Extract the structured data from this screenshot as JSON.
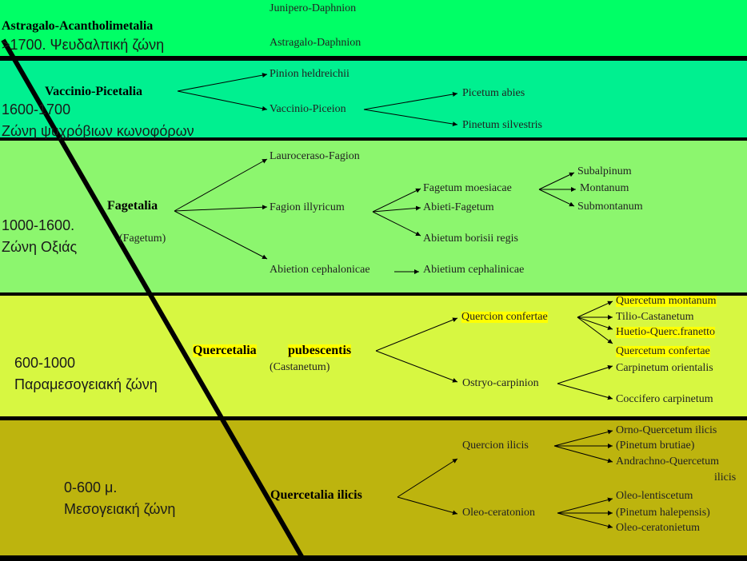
{
  "colors": {
    "band_subalpine": "#00ff66",
    "band_conifer": "#00f090",
    "band_beech": "#8cf66e",
    "band_paramediterranean": "#d7f741",
    "band_mediterranean": "#bdb40e",
    "separator": "#000000",
    "highlight": "#ffff00"
  },
  "zones": {
    "subalpine": {
      "order": "Astragalo-Acantholimetalia",
      "altitude_name": ">1700. Ψευδαλπική ζώνη"
    },
    "conifer": {
      "altitude": "1600-1700",
      "name": "Ζώνη ψυχρόβιων κωνοφόρων"
    },
    "beech": {
      "altitude": "1000-1600.",
      "name": "Ζώνη Οξιάς"
    },
    "paramediterranean": {
      "altitude": "600-1000",
      "name": "Παραμεσογειακή ζώνη"
    },
    "mediterranean": {
      "altitude": "0-600 μ.",
      "name": "Μεσογειακή ζώνη"
    }
  },
  "subalpine": {
    "alliances": [
      "Junipero-Daphnion",
      "Astragalo-Daphnion"
    ]
  },
  "conifer": {
    "order": "Vaccinio-Picetalia",
    "alliances": [
      "Pinion heldreichii",
      "Vaccinio-Piceion"
    ],
    "associations": [
      "Picetum abies",
      "Pinetum silvestris"
    ]
  },
  "beech": {
    "order": "Fagetalia",
    "order_note": "(Fagetum)",
    "alliances": [
      "Lauroceraso-Fagion",
      "Fagion illyricum",
      "Abietion cephalonicae"
    ],
    "associations": [
      "Fagetum moesiacae",
      "Abieti-Fagetum",
      "Abietum borisii regis",
      "Abietium cephalinicae"
    ],
    "subtypes": [
      "Subalpinum",
      "Montanum",
      "Submontanum"
    ]
  },
  "paramediterranean": {
    "order_part1": "Quercetalia",
    "order_part2": "pubescentis",
    "order_note": "(Castanetum)",
    "alliances": [
      "Quercion confertae",
      "Ostryo-carpinion"
    ],
    "associations": [
      "Quercetum montanum",
      "Tilio-Castanetum",
      "Huetio-Querc.franetto",
      "Quercetum confertae",
      "Carpinetum orientalis",
      "Coccifero carpinetum"
    ]
  },
  "mediterranean": {
    "order": "Quercetalia ilicis",
    "alliances": [
      "Quercion ilicis",
      "Oleo-ceratonion"
    ],
    "associations": [
      "Orno-Quercetum ilicis",
      "(Pinetum brutiae)",
      "Andrachno-Quercetum",
      "ilicis",
      "Oleo-lentiscetum",
      "(Pinetum halepensis)",
      "Oleo-ceratonietum"
    ]
  }
}
